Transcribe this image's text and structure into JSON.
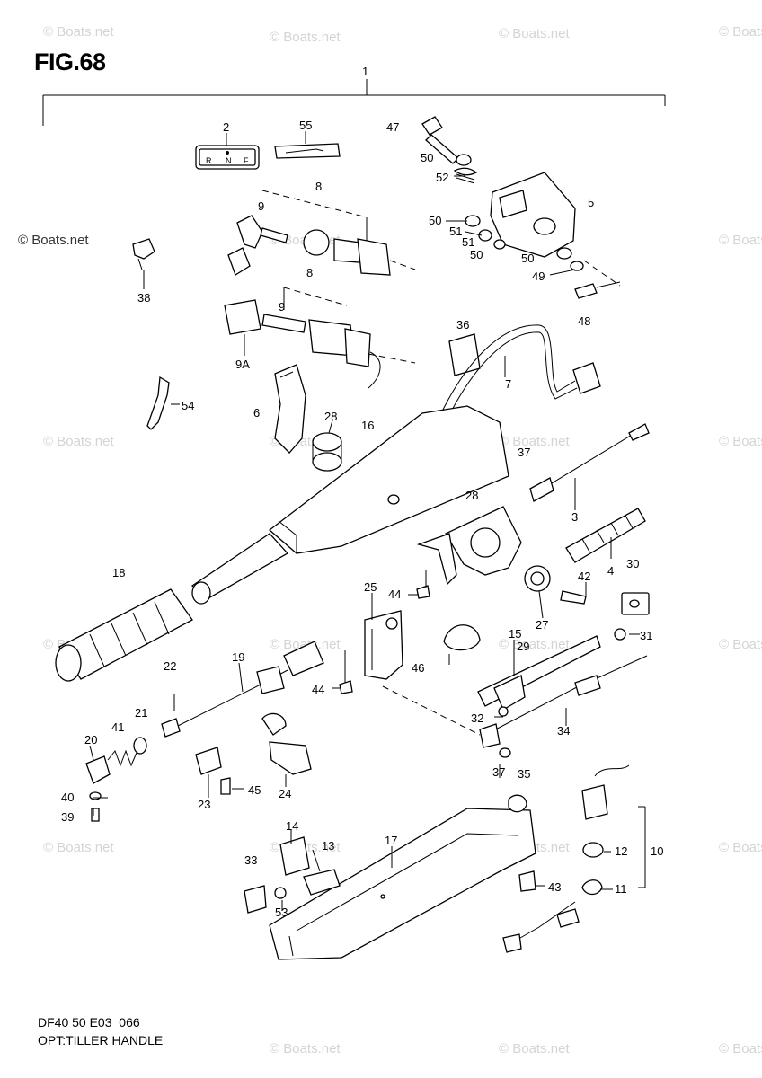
{
  "figure": {
    "title": "FIG.68",
    "model_code": "DF40 50 E03_066",
    "caption": "OPT:TILLER HANDLE"
  },
  "watermark": {
    "text": "© Boats.net"
  },
  "callouts": [
    {
      "id": "c1",
      "label": "1"
    },
    {
      "id": "c2",
      "label": "2"
    },
    {
      "id": "c55",
      "label": "55"
    },
    {
      "id": "c47",
      "label": "47"
    },
    {
      "id": "c50a",
      "label": "50"
    },
    {
      "id": "c52",
      "label": "52"
    },
    {
      "id": "c8a",
      "label": "8"
    },
    {
      "id": "c5",
      "label": "5"
    },
    {
      "id": "c9a",
      "label": "9"
    },
    {
      "id": "c50b",
      "label": "50"
    },
    {
      "id": "c51a",
      "label": "51"
    },
    {
      "id": "c51b",
      "label": "51"
    },
    {
      "id": "c50c",
      "label": "50"
    },
    {
      "id": "c50d",
      "label": "50"
    },
    {
      "id": "c38",
      "label": "38"
    },
    {
      "id": "c8b",
      "label": "8"
    },
    {
      "id": "c49",
      "label": "49"
    },
    {
      "id": "c48",
      "label": "48"
    },
    {
      "id": "c9b",
      "label": "9"
    },
    {
      "id": "c36",
      "label": "36"
    },
    {
      "id": "c9A",
      "label": "9A"
    },
    {
      "id": "c7",
      "label": "7"
    },
    {
      "id": "c54",
      "label": "54"
    },
    {
      "id": "c6",
      "label": "6"
    },
    {
      "id": "c28a",
      "label": "28"
    },
    {
      "id": "c16",
      "label": "16"
    },
    {
      "id": "c37a",
      "label": "37"
    },
    {
      "id": "c28b",
      "label": "28"
    },
    {
      "id": "c3",
      "label": "3"
    },
    {
      "id": "c30",
      "label": "30"
    },
    {
      "id": "c18",
      "label": "18"
    },
    {
      "id": "c4",
      "label": "4"
    },
    {
      "id": "c42",
      "label": "42"
    },
    {
      "id": "c44a",
      "label": "44"
    },
    {
      "id": "c25",
      "label": "25"
    },
    {
      "id": "c27",
      "label": "27"
    },
    {
      "id": "c15",
      "label": "15"
    },
    {
      "id": "c31",
      "label": "31"
    },
    {
      "id": "c22",
      "label": "22"
    },
    {
      "id": "c19",
      "label": "19"
    },
    {
      "id": "c46",
      "label": "46"
    },
    {
      "id": "c29",
      "label": "29"
    },
    {
      "id": "c44b",
      "label": "44"
    },
    {
      "id": "c21",
      "label": "21"
    },
    {
      "id": "c41",
      "label": "41"
    },
    {
      "id": "c32",
      "label": "32"
    },
    {
      "id": "c34",
      "label": "34"
    },
    {
      "id": "c20",
      "label": "20"
    },
    {
      "id": "c37b",
      "label": "37"
    },
    {
      "id": "c35",
      "label": "35"
    },
    {
      "id": "c40",
      "label": "40"
    },
    {
      "id": "c23",
      "label": "23"
    },
    {
      "id": "c45",
      "label": "45"
    },
    {
      "id": "c24",
      "label": "24"
    },
    {
      "id": "c39",
      "label": "39"
    },
    {
      "id": "c14",
      "label": "14"
    },
    {
      "id": "c17",
      "label": "17"
    },
    {
      "id": "c13",
      "label": "13"
    },
    {
      "id": "c12",
      "label": "12"
    },
    {
      "id": "c10",
      "label": "10"
    },
    {
      "id": "c33",
      "label": "33"
    },
    {
      "id": "c43",
      "label": "43"
    },
    {
      "id": "c11",
      "label": "11"
    },
    {
      "id": "c53",
      "label": "53"
    }
  ],
  "shift_plate_letters": [
    "R",
    "N",
    "F"
  ]
}
